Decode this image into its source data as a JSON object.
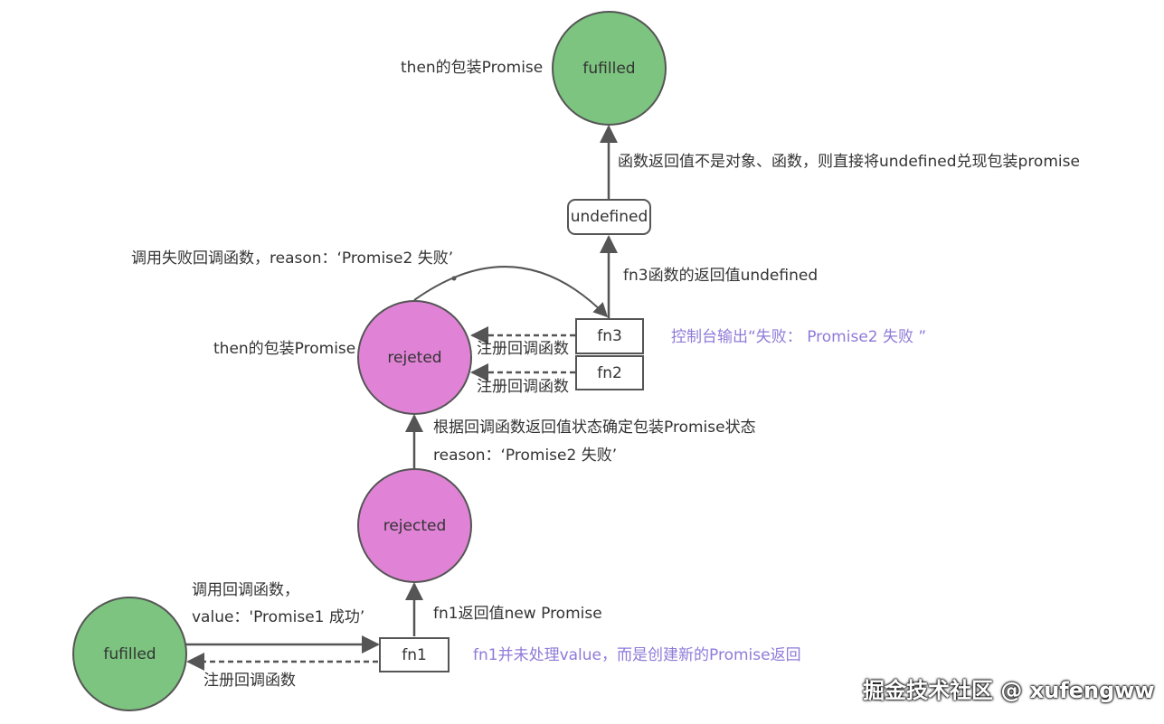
{
  "colors": {
    "fulfilled": "#7cc47f",
    "rejected": "#e083d6",
    "stroke": "#555555",
    "note": "#8f7ad8"
  },
  "nodes": {
    "top_fulfilled": "fufilled",
    "mid_rejeted": "rejeted",
    "rejected": "rejected",
    "bottom_fulfilled": "fufilled"
  },
  "boxes": {
    "undefined": "undefined",
    "fn3": "fn3",
    "fn2": "fn2",
    "fn1": "fn1"
  },
  "labels": {
    "then_wrap_top": "then的包装Promise",
    "then_wrap_mid": "then的包装Promise",
    "return_not_object": "函数返回值不是对象、函数，则直接将undefined兑现包装promise",
    "fn3_return": "fn3函数的返回值undefined",
    "call_fail_callback": "调用失败回调函数，reason：‘Promise2 失败’",
    "console_output": "控制台输出“失败： Promise2 失败 ”",
    "register_fn3": "注册回调函数",
    "register_fn2": "注册回调函数",
    "decide_state": "根据回调函数返回值状态确定包装Promise状态",
    "reason_text": "reason：‘Promise2 失败’",
    "call_callback": "调用回调函数，",
    "value_text": "value：'Promise1 成功’",
    "fn1_return": "fn1返回值new Promise",
    "fn1_note": "fn1并未处理value，而是创建新的Promise返回",
    "register_fn1": "注册回调函数"
  },
  "watermark": "掘金技术社区 @ xufengww"
}
